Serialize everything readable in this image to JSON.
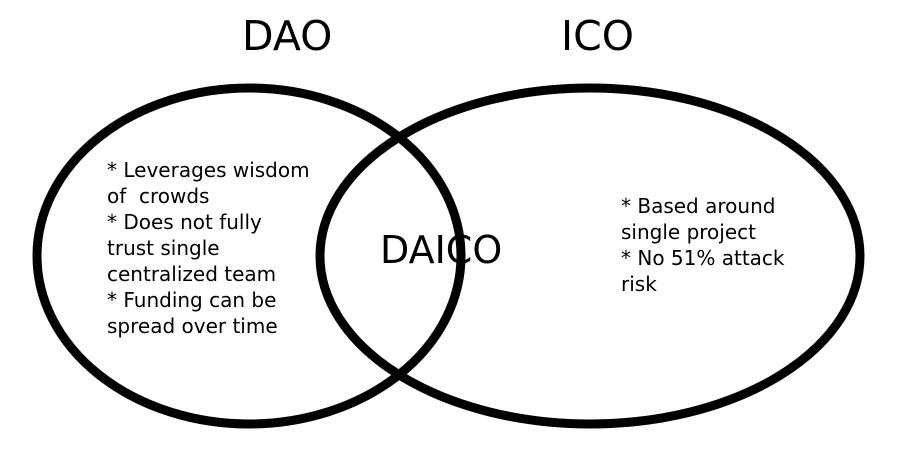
{
  "sets": {
    "left_title": "DAO",
    "right_title": "ICO",
    "intersection_label": "DAICO"
  },
  "left_region": {
    "lines": [
      "* Leverages wisdom",
      "of  crowds",
      "* Does not fully",
      "trust single",
      "centralized team",
      "* Funding can be",
      "spread over time"
    ]
  },
  "right_region": {
    "lines": [
      "* Based around",
      "single project",
      "* No 51% attack",
      "risk"
    ]
  },
  "colors": {
    "stroke": "#000000",
    "background": "#ffffff"
  }
}
